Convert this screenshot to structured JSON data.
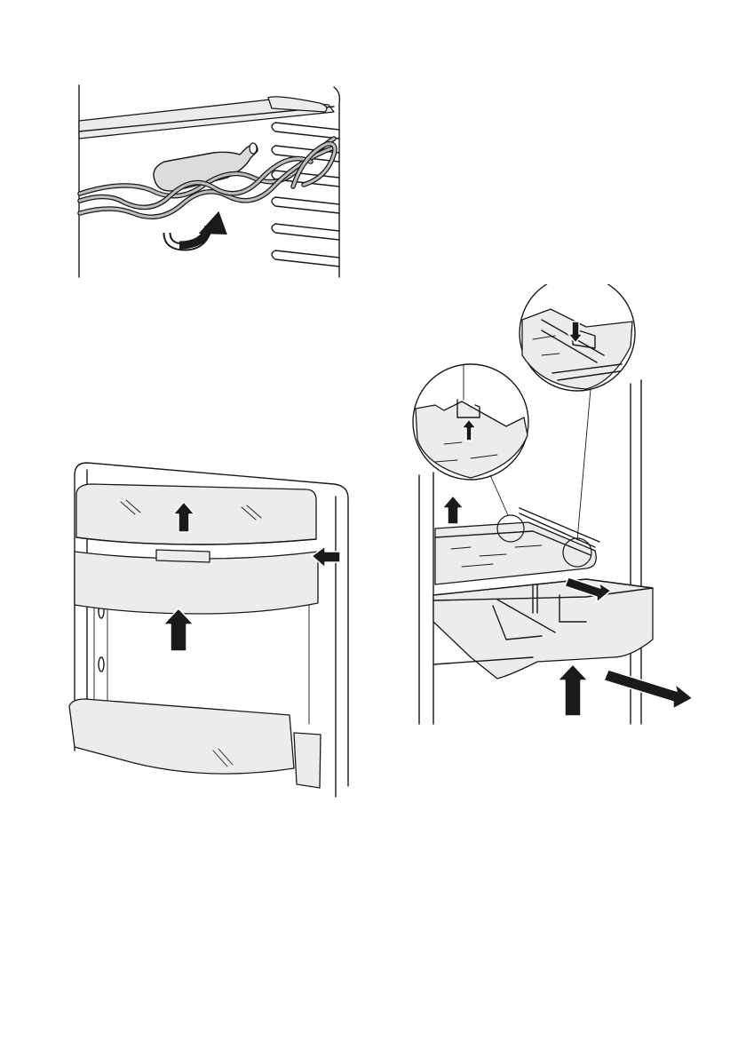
{
  "figures": [
    {
      "id": "bottle-rack",
      "icon": "wine-bottle-rack-illustration"
    },
    {
      "id": "door-balcony",
      "icon": "door-balcony-illustration"
    },
    {
      "id": "crisper-drawer",
      "icon": "crisper-drawer-illustration"
    }
  ],
  "colors": {
    "line": "#1a1a1a",
    "fill": "#dcdcdc",
    "arrow": "#1a1a1a"
  }
}
